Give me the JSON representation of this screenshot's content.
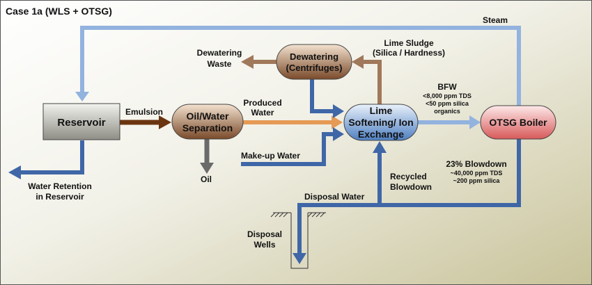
{
  "title": "Case 1a (WLS + OTSG)",
  "nodes": {
    "reservoir": "Reservoir",
    "separation": [
      "Oil/Water",
      "Separation"
    ],
    "dewatering": [
      "Dewatering",
      "(Centrifuges)"
    ],
    "lime": [
      "Lime",
      "Softening/ Ion",
      "Exchange"
    ],
    "boiler": "OTSG Boiler"
  },
  "labels": {
    "steam": "Steam",
    "emulsion": "Emulsion",
    "produced_water": [
      "Produced",
      "Water"
    ],
    "lime_sludge": [
      "Lime Sludge",
      "(Silica / Hardness)"
    ],
    "dewatering_waste": [
      "Dewatering",
      "Waste"
    ],
    "bfw_title": "BFW",
    "bfw_specs": [
      "<8,000 ppm TDS",
      "<50 ppm silica",
      "organics"
    ],
    "oil": "Oil",
    "makeup_water": "Make-up Water",
    "blowdown_title": "23% Blowdown",
    "blowdown_specs": [
      "~40,000 ppm TDS",
      "~200 ppm silica"
    ],
    "recycled_blowdown": [
      "Recycled",
      "Blowdown"
    ],
    "water_retention": [
      "Water Retention",
      "in Reservoir"
    ],
    "disposal_water": "Disposal Water",
    "disposal_wells": [
      "Disposal",
      "Wells"
    ]
  }
}
